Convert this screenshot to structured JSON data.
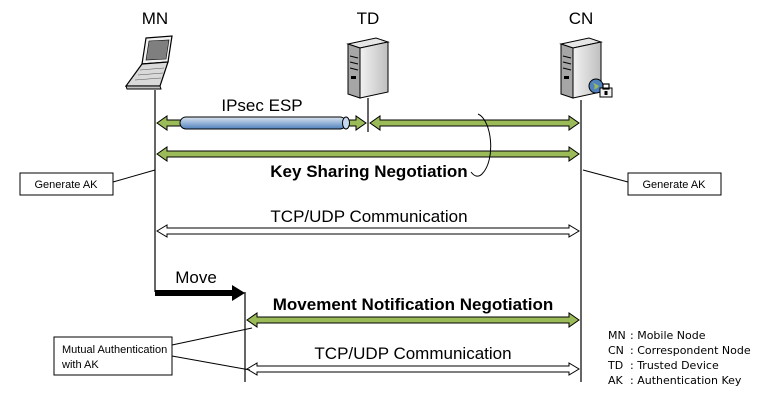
{
  "nodes": {
    "mn": "MN",
    "td": "TD",
    "cn": "CN"
  },
  "messages": {
    "ipsec": "IPsec ESP",
    "key_sharing": "Key Sharing Negotiation",
    "tcp_udp_1": "TCP/UDP Communication",
    "move": "Move",
    "movement_notification": "Movement Notification Negotiation",
    "tcp_udp_2": "TCP/UDP Communication"
  },
  "callouts": {
    "generate_ak_left": "Generate AK",
    "generate_ak_right": "Generate AK",
    "mutual_auth_line1": "Mutual Authentication",
    "mutual_auth_line2": "with AK"
  },
  "legend": [
    {
      "abbr": "MN",
      "text": ": Mobile Node"
    },
    {
      "abbr": "CN",
      "text": ": Correspondent Node"
    },
    {
      "abbr": "TD",
      "text": ": Trusted Device"
    },
    {
      "abbr": "AK",
      "text": ": Authentication Key"
    }
  ],
  "colors": {
    "green_arrow": "#9bbb59",
    "blue_tunnel": "#95b3d7",
    "line": "#000000"
  }
}
